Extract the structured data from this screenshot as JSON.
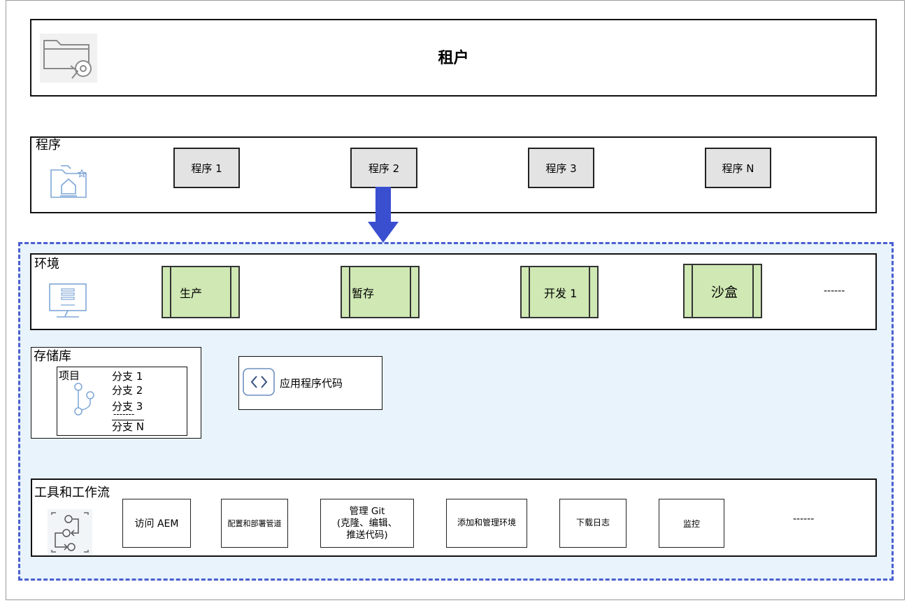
{
  "tenant": {
    "title": "租户",
    "icon": "folder-gear-icon"
  },
  "programs": {
    "label": "程序",
    "icon": "folder-home-icon",
    "items": [
      "程序 1",
      "程序 2",
      "程序 3",
      "程序 N"
    ]
  },
  "arrow": {
    "icon": "arrow-down-icon",
    "color": "#3a4fd0"
  },
  "environments": {
    "label": "环境",
    "icon": "monitor-icon",
    "items": [
      "生产",
      "暂存",
      "开发 1",
      "沙盒"
    ],
    "more": "------"
  },
  "repository": {
    "label": "存储库",
    "project_label": "项目",
    "branch_icon": "git-branch-icon",
    "branches": [
      "分支 1",
      "分支 2",
      "分支 3"
    ],
    "separator": "-------",
    "last_branch": "分支 N",
    "app_code": {
      "icon": "code-icon",
      "label": "应用程序代码"
    }
  },
  "tools": {
    "label": "工具和工作流",
    "icon": "workflow-icon",
    "items": {
      "access": "访问 AEM",
      "pipeline": "配置和部署管道",
      "git_line1": "管理 Git",
      "git_line2": "(克隆、编辑、",
      "git_line3": "推送代码)",
      "env": "添加和管理环境",
      "logs": "下载日志",
      "monitor": "监控"
    },
    "more": "------"
  },
  "colors": {
    "dashed_border": "#4a5fd0",
    "region_fill": "#e8f3fb",
    "env_fill": "#cfe8b4",
    "program_fill": "#e3e3e3"
  }
}
